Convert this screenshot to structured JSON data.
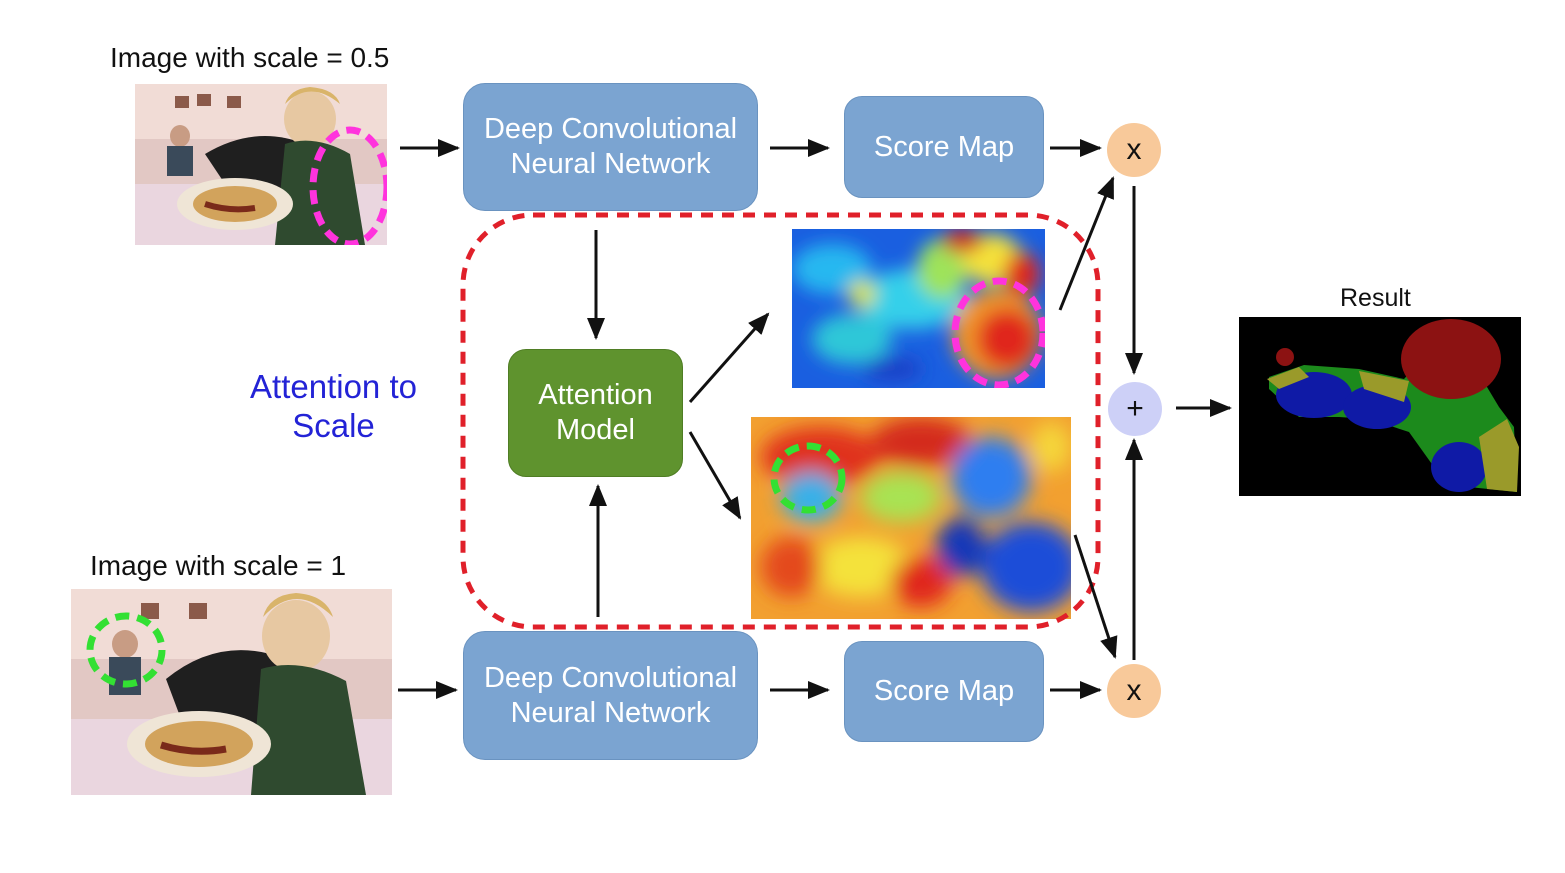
{
  "labels": {
    "top_image": "Image with scale = 0.5",
    "bottom_image": "Image with scale = 1",
    "attention_to_scale_line1": "Attention to",
    "attention_to_scale_line2": "Scale",
    "result": "Result"
  },
  "blocks": {
    "dcnn_top_line1": "Deep Convolutional",
    "dcnn_top_line2": "Neural Network",
    "dcnn_bottom_line1": "Deep Convolutional",
    "dcnn_bottom_line2": "Neural Network",
    "score_top": "Score Map",
    "score_bottom": "Score Map",
    "attention_line1": "Attention",
    "attention_line2": "Model"
  },
  "operators": {
    "multiply_top": "x",
    "multiply_bottom": "x",
    "add": "+"
  },
  "colors": {
    "dcnn_box": "#7ba4d1",
    "attention_box": "#5f932e",
    "multiply_circle": "#f8c99a",
    "add_circle": "#cdd0f7",
    "attention_region_border": "#e0202a",
    "highlight_small_scale": "#ff33dd",
    "highlight_large_scale": "#33e033"
  }
}
